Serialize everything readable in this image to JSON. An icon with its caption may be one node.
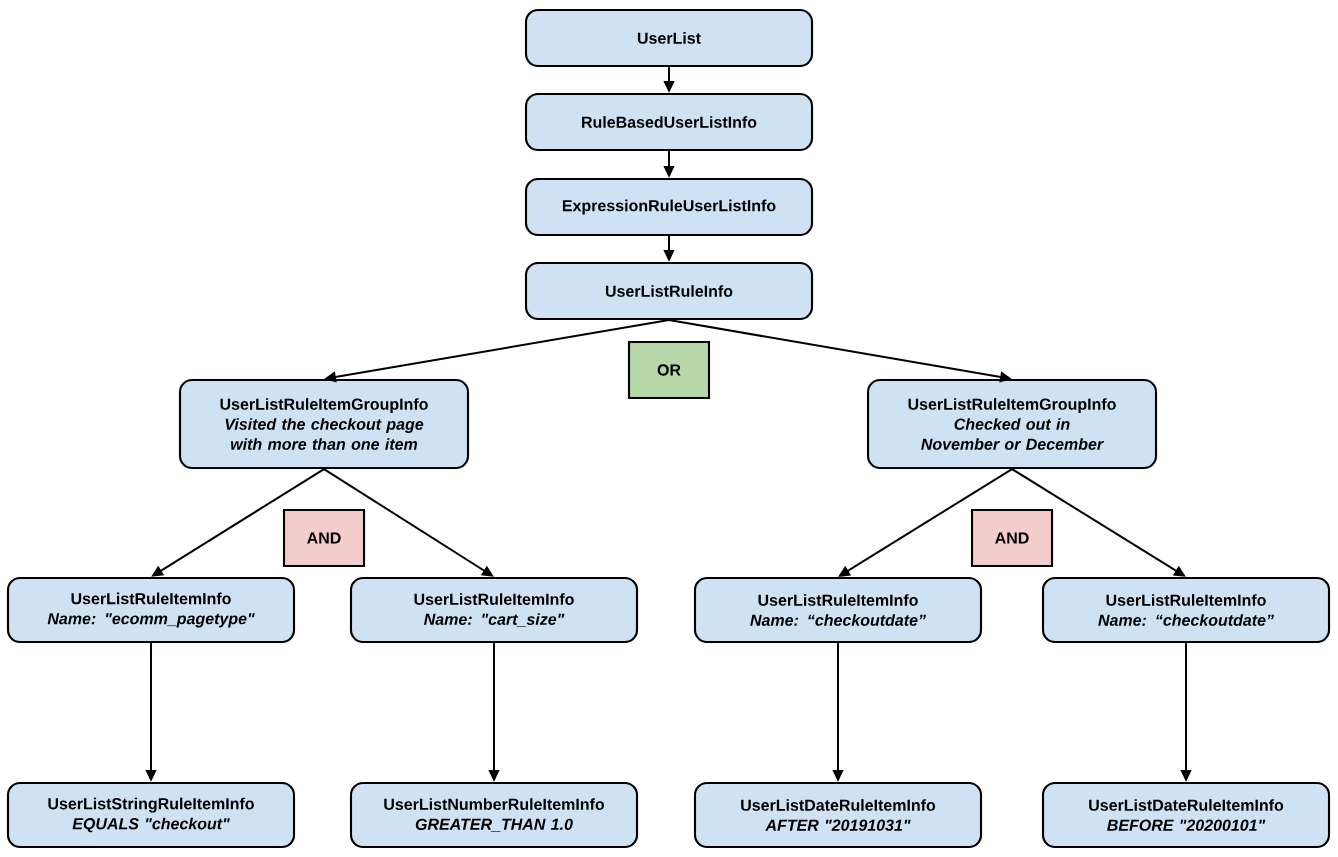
{
  "diagram": {
    "nodes": [
      {
        "text": [
          "UserList"
        ]
      },
      {
        "text": [
          "RuleBasedUserListInfo"
        ]
      },
      {
        "text": [
          "ExpressionRuleUserListInfo"
        ]
      },
      {
        "text": [
          "UserListRuleInfo"
        ]
      },
      {
        "text": [
          "OR"
        ]
      },
      {
        "text": [
          "UserListRuleItemGroupInfo",
          "Visited the checkout page with more than one item"
        ]
      },
      {
        "text": [
          "UserListRuleItemGroupInfo",
          "Checked out in November or December"
        ]
      },
      {
        "text": [
          "AND"
        ]
      },
      {
        "text": [
          "AND"
        ]
      },
      {
        "text": [
          "UserListRuleItemInfo",
          "Name: \"ecomm_pagetype\""
        ]
      },
      {
        "text": [
          "UserListRuleItemInfo",
          "Name: \"cart_size\""
        ]
      },
      {
        "text": [
          "UserListRuleItemInfo",
          "Name: “checkoutdate”"
        ]
      },
      {
        "text": [
          "UserListRuleItemInfo",
          "Name: “checkoutdate”"
        ]
      },
      {
        "text": [
          "UserListStringRuleItemInfo",
          "EQUALS \"checkout\""
        ]
      },
      {
        "text": [
          "UserListNumberRuleItemInfo",
          "GREATER_THAN 1.0"
        ]
      },
      {
        "text": [
          "UserListDateRuleItemInfo",
          "AFTER \"20191031\""
        ]
      },
      {
        "text": [
          "UserListDateRuleItemInfo",
          "BEFORE \"20200101\""
        ]
      }
    ],
    "edges": [
      {
        "from": 0,
        "to": 1,
        "arrow": "to"
      },
      {
        "from": 1,
        "to": 2,
        "arrow": "to"
      },
      {
        "from": 2,
        "to": 3,
        "arrow": "to"
      },
      {
        "from": 3,
        "to": 5,
        "arrow": "to"
      },
      {
        "from": 3,
        "to": 6,
        "arrow": "to"
      },
      {
        "from": 5,
        "to": 9,
        "arrow": "to"
      },
      {
        "from": 5,
        "to": 10,
        "arrow": "to"
      },
      {
        "from": 6,
        "to": 11,
        "arrow": "to"
      },
      {
        "from": 6,
        "to": 12,
        "arrow": "to"
      },
      {
        "from": 9,
        "to": 13,
        "arrow": "to"
      },
      {
        "from": 10,
        "to": 14,
        "arrow": "to"
      },
      {
        "from": 11,
        "to": 15,
        "arrow": "to"
      },
      {
        "from": 12,
        "to": 16,
        "arrow": "to"
      }
    ]
  }
}
